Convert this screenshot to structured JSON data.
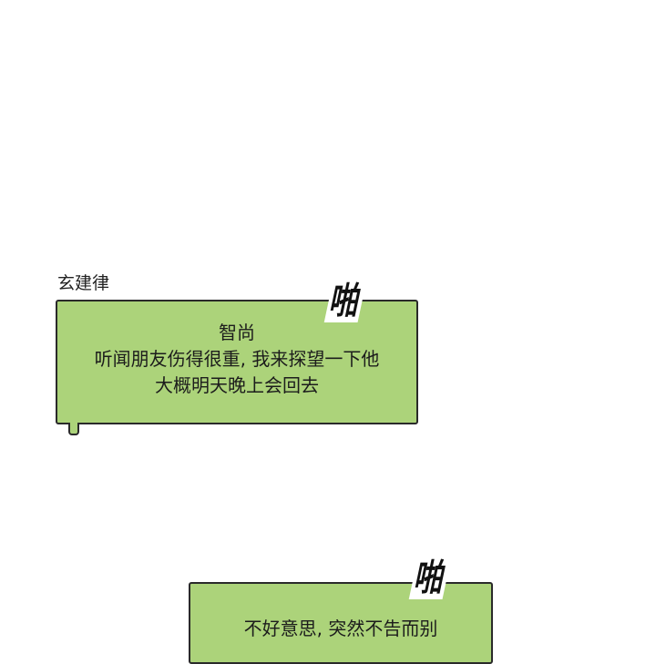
{
  "panel1": {
    "speaker": "玄建律",
    "sfx": "啪",
    "lines": [
      "智尚",
      "听闻朋友伤得很重, 我来探望一下他",
      "大概明天晚上会回去"
    ]
  },
  "panel2": {
    "sfx": "啪",
    "lines": [
      "不好意思, 突然不告而别"
    ]
  },
  "colors": {
    "bubble": "#acd37a",
    "border": "#2a2a2a"
  }
}
